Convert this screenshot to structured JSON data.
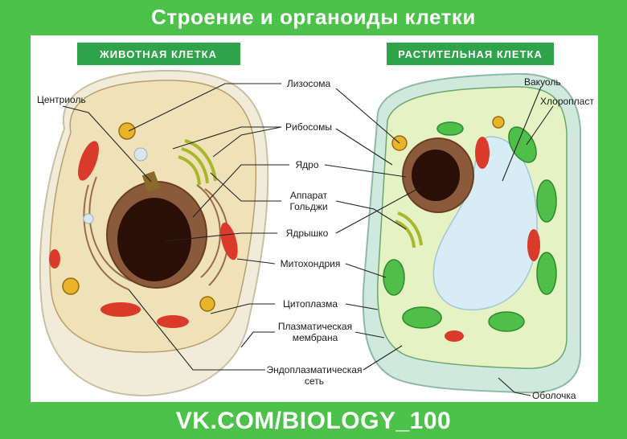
{
  "header": {
    "title": "Строение и органоиды клетки"
  },
  "footer": {
    "text": "VK.COM/BIOLOGY_100"
  },
  "badges": {
    "animal": "ЖИВОТНАЯ КЛЕТКА",
    "plant": "РАСТИТЕЛЬНАЯ КЛЕТКА"
  },
  "labels": {
    "centriole": "Центриоль",
    "lysosome": "Лизосома",
    "ribosomes": "Рибосомы",
    "nucleus": "Ядро",
    "golgi_1": "Аппарат",
    "golgi_2": "Гольджи",
    "nucleolus": "Ядрышко",
    "mitochondria": "Митохондрия",
    "cytoplasm": "Цитоплазма",
    "membrane_1": "Плазматическая",
    "membrane_2": "мембрана",
    "er_1": "Эндоплазматическая",
    "er_2": "сеть",
    "vacuole": "Вакуоль",
    "chloroplast": "Хлоропласт",
    "cell_wall": "Оболочка"
  },
  "colors": {
    "brand_green": "#4cc24a",
    "badge_green": "#2ea34a",
    "cytoplasm_animal": "#efe2b8",
    "membrane_animal": "#f1ecd9",
    "cytoplasm_plant": "#e4f2c4",
    "wall_plant": "#cfe9df",
    "vacuole": "#d8ecf5",
    "nucleus": "#5a2a18",
    "nucleolus": "#2a0e08",
    "mitochondria": "#d93a2a",
    "chloroplast": "#4fbf4a",
    "lysosome": "#e9b32a"
  }
}
